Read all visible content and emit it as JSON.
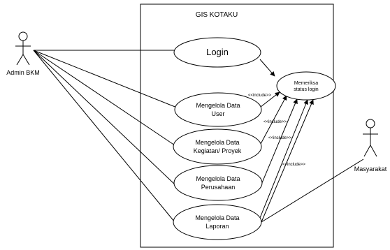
{
  "system": {
    "title": "GIS KOTAKU"
  },
  "actors": [
    {
      "id": "admin",
      "label": "Admin BKM"
    },
    {
      "id": "masyarakat",
      "label": "Masyarakat"
    }
  ],
  "use_cases": [
    {
      "id": "login",
      "lines": [
        "Login"
      ]
    },
    {
      "id": "memeriksa",
      "lines": [
        "Memeriksa",
        "status login"
      ]
    },
    {
      "id": "user",
      "lines": [
        "Mengelola Data",
        "User"
      ]
    },
    {
      "id": "kegiatan",
      "lines": [
        "Mengelola  Data",
        "Kegiatan/ Proyek"
      ]
    },
    {
      "id": "perusahaan",
      "lines": [
        "Mengelola Data",
        "Perusahaan"
      ]
    },
    {
      "id": "laporan",
      "lines": [
        "Mengelola Data",
        "Laporan"
      ]
    }
  ],
  "relations": [
    {
      "from": "admin",
      "to": "login",
      "type": "association"
    },
    {
      "from": "admin",
      "to": "user",
      "type": "association"
    },
    {
      "from": "admin",
      "to": "kegiatan",
      "type": "association"
    },
    {
      "from": "admin",
      "to": "perusahaan",
      "type": "association"
    },
    {
      "from": "admin",
      "to": "laporan",
      "type": "association"
    },
    {
      "from": "masyarakat",
      "to": "laporan",
      "type": "association"
    },
    {
      "from": "login",
      "to": "memeriksa",
      "type": "dependency"
    },
    {
      "from": "user",
      "to": "memeriksa",
      "type": "include",
      "label": "<<include>>"
    },
    {
      "from": "kegiatan",
      "to": "memeriksa",
      "type": "include",
      "label": "<<include>>"
    },
    {
      "from": "perusahaan",
      "to": "memeriksa",
      "type": "include",
      "label": "<<include>>"
    },
    {
      "from": "laporan",
      "to": "memeriksa",
      "type": "include",
      "label": "<<include>>"
    }
  ]
}
